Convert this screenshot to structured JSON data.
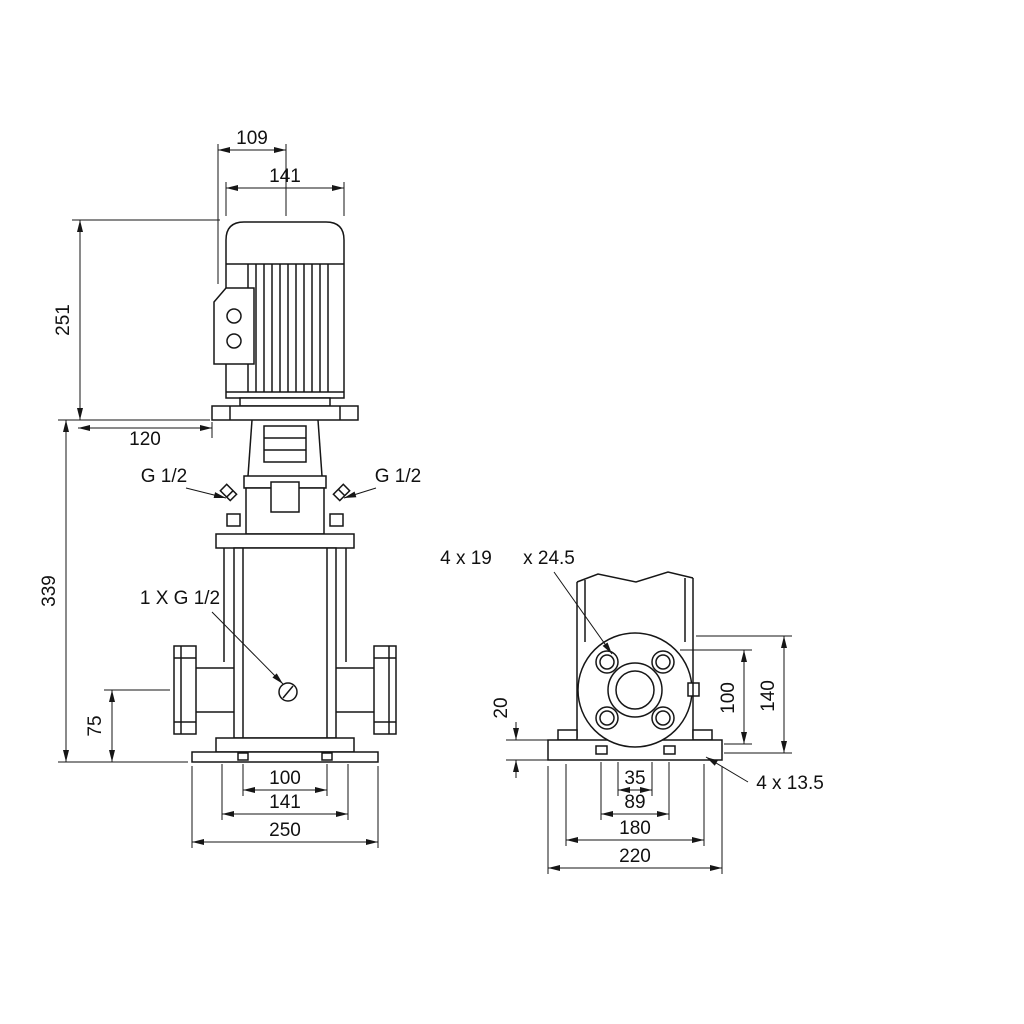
{
  "drawing": {
    "title": "Vertical multistage centrifugal pump dimensional drawing",
    "units": "mm",
    "front_view": {
      "dim_motor_top_width": "109",
      "dim_motor_width": "141",
      "dim_motor_height": "251",
      "dim_stool": "120",
      "port_left_label": "G 1/2",
      "port_right_label": "G 1/2",
      "dim_pump_height": "339",
      "drain_label": "1 X G 1/2",
      "dim_port_height": "75",
      "dim_base_100": "100",
      "dim_base_141": "141",
      "dim_base_250": "250"
    },
    "side_view": {
      "bolt_hole_label": "4 x 19",
      "counterbore_label": "x 24.5",
      "dim_base_thickness": "20",
      "dim_100": "100",
      "dim_140": "140",
      "dim_35": "35",
      "dim_89": "89",
      "dim_180": "180",
      "dim_220": "220",
      "base_hole_label": "4 x 13.5"
    }
  }
}
